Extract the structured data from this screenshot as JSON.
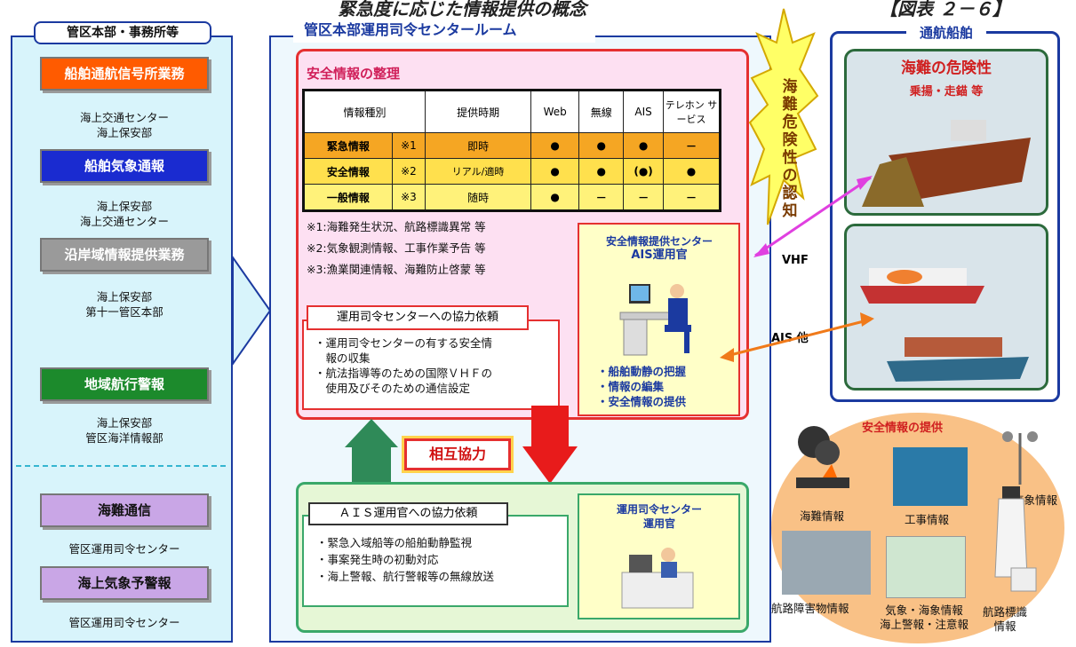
{
  "header": {
    "title": "緊急度に応じた情報提供の概念",
    "figure_no": "【図表 ２－６】"
  },
  "left": {
    "title": "管区本部・事務所等",
    "services": [
      {
        "label": "船舶通航信号所業務",
        "sub": [
          "海上交通センター",
          "海上保安部"
        ],
        "color": "#ff5b00"
      },
      {
        "label": "船舶気象通報",
        "sub": [
          "海上保安部",
          "海上交通センター"
        ],
        "color": "#1a2bd0"
      },
      {
        "label": "沿岸域情報提供業務",
        "sub": [
          "海上保安部",
          "第十一管区本部"
        ],
        "color": "#9a9a9a"
      },
      {
        "label": "地域航行警報",
        "sub": [
          "海上保安部",
          "管区海洋情報部"
        ],
        "color": "#1c8a2c"
      },
      {
        "label": "海難通信",
        "sub": [
          "管区運用司令センター"
        ],
        "color": "#c9a6e6"
      },
      {
        "label": "海上気象予警報",
        "sub": [
          "管区運用司令センター"
        ],
        "color": "#c9a6e6"
      }
    ]
  },
  "center": {
    "title": "管区本部運用司令センタールーム",
    "safety_title": "安全情報の整理",
    "table": {
      "headers": [
        "情報種別",
        "提供時期",
        "Web",
        "無線",
        "AIS",
        "テレホン サービス"
      ],
      "rows": [
        [
          "緊急情報",
          "※1",
          "即時",
          "●",
          "●",
          "●",
          "－"
        ],
        [
          "安全情報",
          "※2",
          "リアル/適時",
          "●",
          "●",
          "(●)",
          "●"
        ],
        [
          "一般情報",
          "※3",
          "随時",
          "●",
          "－",
          "－",
          "－"
        ]
      ]
    },
    "notes": [
      "※1:海難発生状況、航路標識異常 等",
      "※2:気象観測情報、工事作業予告 等",
      "※3:漁業関連情報、海難防止啓蒙 等"
    ],
    "request1_title": "運用司令センターへの協力依頼",
    "request1_items": [
      "・運用司令センターの有する安全情",
      "　報の収集",
      "・航法指導等のための国際ＶＨＦの",
      "　使用及びそのための通信設定"
    ],
    "ais_center_title": "安全情報提供センター",
    "ais_officer": "AIS運用官",
    "ais_tasks": [
      "・船舶動静の把握",
      "・情報の編集",
      "・安全情報の提供"
    ],
    "cooperation": "相互協力",
    "request2_title": "ＡＩＳ運用官への協力依頼",
    "request2_items": [
      "・緊急入域船等の船舶動静監視",
      "・事案発生時の初動対応",
      "・海上警報、航行警報等の無線放送"
    ],
    "ops_center_title": "運用司令センター",
    "ops_officer": "運用官"
  },
  "right": {
    "title": "通航船舶",
    "danger_title": "海難の危険性",
    "danger_sub": "乗揚・走錨 等",
    "recognition": "海難危険性の認知",
    "vhf": "VHF",
    "ais_other": "AIS 他",
    "provision_title": "安全情報の提供",
    "provision_items": {
      "accident": "海難情報",
      "construction": "工事情報",
      "weather": "気象情報",
      "obstacle": "航路障害物情報",
      "marine": [
        "気象・海象情報",
        "海上警報・注意報"
      ],
      "lighthouse": [
        "航路標識",
        "情報"
      ]
    }
  }
}
